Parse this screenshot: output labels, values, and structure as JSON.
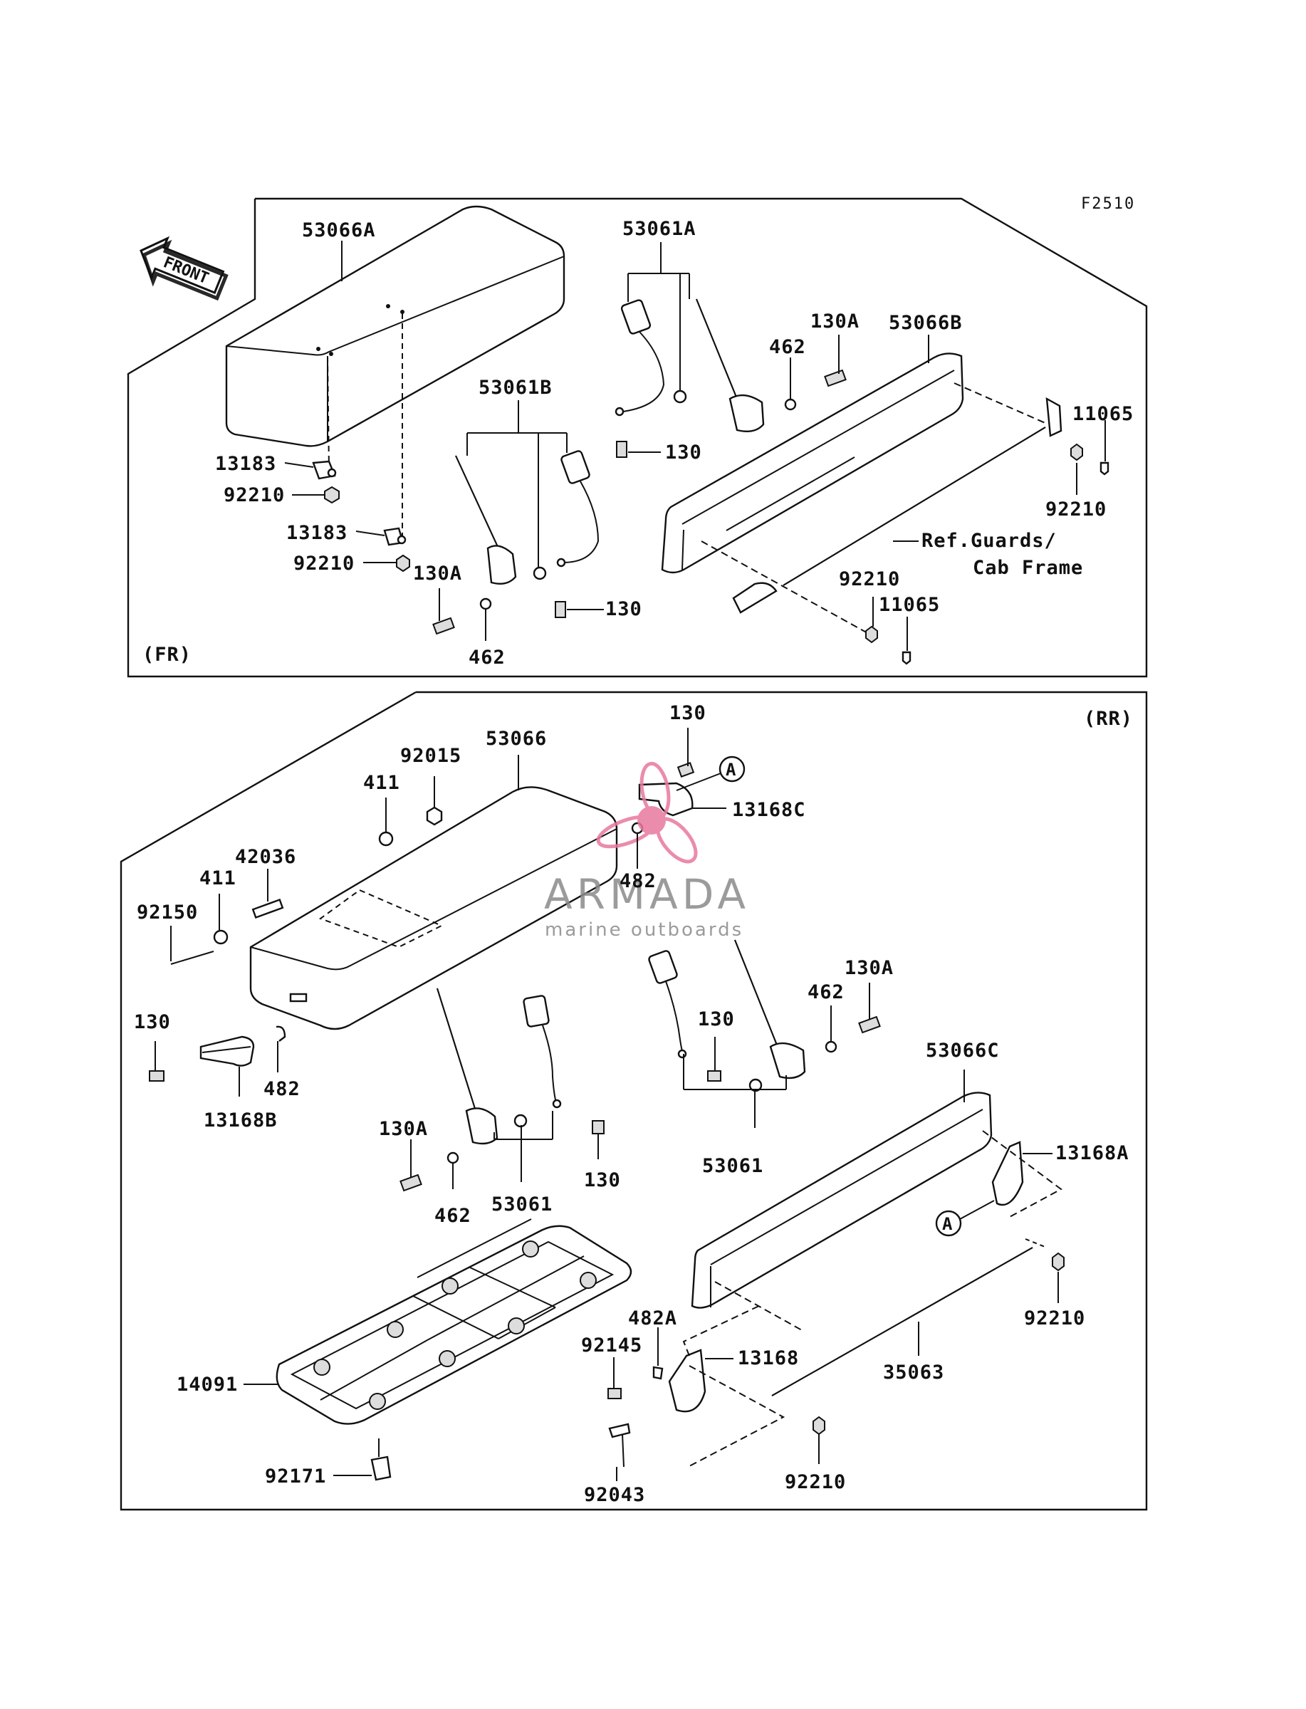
{
  "figure_code": "F2510",
  "front_arrow": "FRONT",
  "sections": {
    "front": "(FR)",
    "rear": "(RR)"
  },
  "callout_letter": "A",
  "labels": {
    "fr_53066A": "53066A",
    "fr_53061A": "53061A",
    "fr_130A_top": "130A",
    "fr_53066B": "53066B",
    "fr_462_top": "462",
    "fr_11065_top": "11065",
    "fr_53061B": "53061B",
    "fr_130_top": "130",
    "fr_13183_a": "13183",
    "fr_92210_a": "92210",
    "fr_13183_b": "13183",
    "fr_92210_b": "92210",
    "fr_92210_right": "92210",
    "fr_ref_guards": "Ref.Guards/",
    "fr_cab_frame": "Cab Frame",
    "fr_130A_mid": "130A",
    "fr_130_mid": "130",
    "fr_92210_mid": "92210",
    "fr_11065_mid": "11065",
    "fr_462_bottom": "462",
    "rr_130_top": "130",
    "rr_92015": "92015",
    "rr_53066": "53066",
    "rr_411_a": "411",
    "rr_13168C": "13168C",
    "rr_42036": "42036",
    "rr_411_b": "411",
    "rr_482_top": "482",
    "rr_92150": "92150",
    "rr_130A_right": "130A",
    "rr_462_right": "462",
    "rr_130_mid": "130",
    "rr_53066C": "53066C",
    "rr_130_left": "130",
    "rr_482_left": "482",
    "rr_13168B": "13168B",
    "rr_130A_left": "130A",
    "rr_130_center": "130",
    "rr_53061_right": "53061",
    "rr_13168A": "13168A",
    "rr_462_left": "462",
    "rr_53061_left": "53061",
    "rr_482A": "482A",
    "rr_92145": "92145",
    "rr_13168": "13168",
    "rr_92210_right": "92210",
    "rr_14091": "14091",
    "rr_35063": "35063",
    "rr_92171": "92171",
    "rr_92043": "92043",
    "rr_92210_bottom": "92210"
  },
  "watermark": {
    "brand": "ARMADA",
    "tagline": "marine outboards",
    "brand_color": "#8a8a8a",
    "accent_color": "#e8789e"
  }
}
